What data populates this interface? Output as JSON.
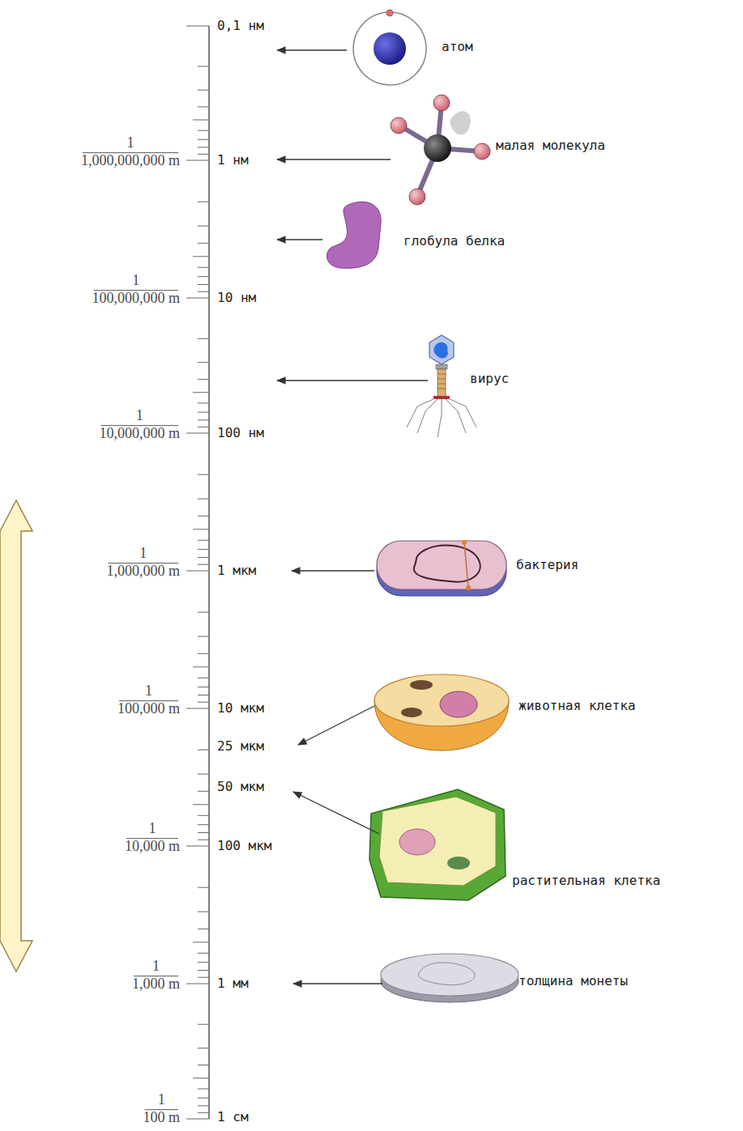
{
  "diagram": {
    "labels": [
      "0,1 нм",
      "атом",
      "1",
      "1,000,000,000 m",
      "1 нм",
      "малая молекула",
      "глобула белка",
      "1",
      "100,000,000 m",
      "10 нм",
      "вирус",
      "1",
      "10,000,000 m",
      "100 нм",
      "1",
      "1,000,000 m",
      "1 мкм",
      "бактерия",
      "1",
      "100,000 m",
      "10 мкм",
      "25 мкм",
      "животная клетка",
      "50 мкм",
      "1",
      "10,000 m",
      "100 мкм",
      "растительная клетка",
      "1",
      "1,000 m",
      "1 мм",
      "толщина монеты",
      "1",
      "100 m",
      "1 см"
    ]
  }
}
